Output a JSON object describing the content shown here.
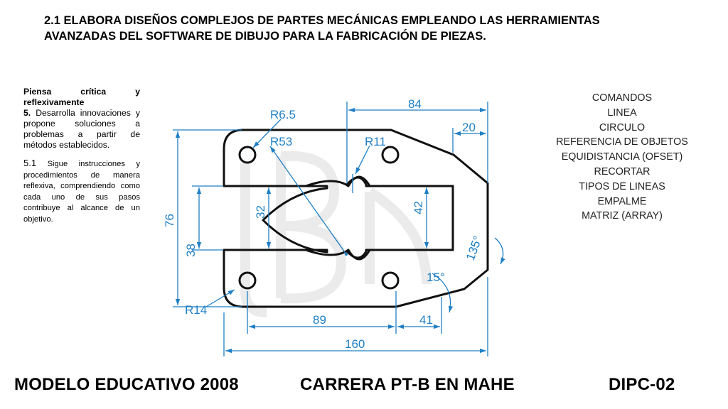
{
  "header": {
    "line1": "2.1 ELABORA DISEÑOS COMPLEJOS DE PARTES MECÁNICAS EMPLEANDO LAS HERRAMIENTAS",
    "line2": "AVANZADAS DEL SOFTWARE DE DIBUJO PARA LA FABRICACIÓN DE PIEZAS."
  },
  "left_panel": {
    "heading": "Piensa crítica y reflexivamente",
    "item5_num": "5.",
    "item5_text": "Desarrolla innovaciones y propone soluciones a problemas a partir de métodos establecidos.",
    "item51_num": "5.1",
    "item51_text": "Sigue instrucciones y procedimientos de manera reflexiva, comprendiendo como cada uno de sus pasos contribuye al alcance de un objetivo."
  },
  "commands": {
    "title": "COMANDOS",
    "items": [
      "LINEA",
      "CIRCULO",
      "REFERENCIA DE OBJETOS",
      "EQUIDISTANCIA (OFSET)",
      "RECORTAR",
      "TIPOS DE LINEAS",
      "EMPALME",
      "MATRIZ (ARRAY)"
    ]
  },
  "drawing": {
    "dims": {
      "r65": "R6.5",
      "r53": "R53",
      "r11": "R11",
      "r14": "R14",
      "d84": "84",
      "d20": "20",
      "d76": "76",
      "d38": "38",
      "d32": "32",
      "d42": "42",
      "d89": "89",
      "d41": "41",
      "d160": "160",
      "a135": "135°",
      "a15": "15°"
    },
    "colors": {
      "outline": "#111111",
      "dimension": "#1f7fc4"
    }
  },
  "footer": {
    "left": "MODELO EDUCATIVO 2008",
    "center": "CARRERA PT-B EN MAHE",
    "right": "DIPC-02"
  }
}
